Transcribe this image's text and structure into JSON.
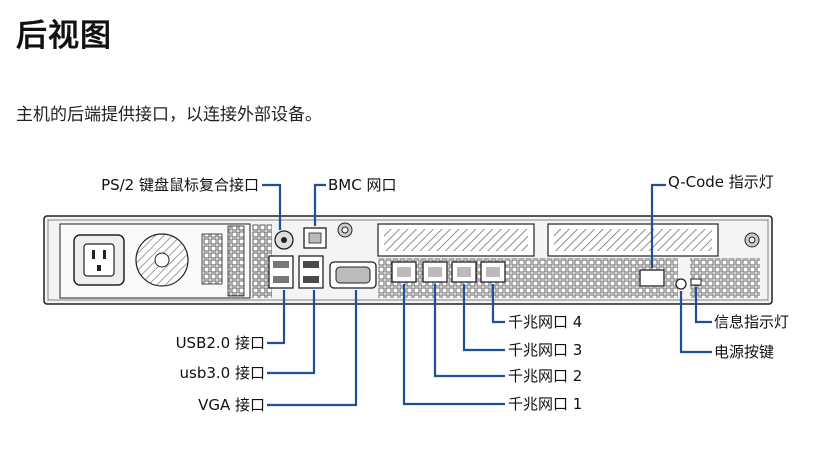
{
  "page": {
    "title": "后视图",
    "description": "主机的后端提供接口，以连接外部设备。"
  },
  "labels": {
    "ps2": "PS/2 键盘鼠标复合接口",
    "bmc": "BMC 网口",
    "qcode": "Q-Code 指示灯",
    "usb20": "USB2.0 接口",
    "usb30": "usb3.0 接口",
    "vga": "VGA 接口",
    "lan4": "千兆网口 4",
    "lan3": "千兆网口 3",
    "lan2": "千兆网口 2",
    "lan1": "千兆网口 1",
    "info_led": "信息指示灯",
    "power_button": "电源按键"
  },
  "colors": {
    "callout": "#1f4e9a",
    "chassis": "#f2f2f2",
    "outline": "#222222"
  }
}
